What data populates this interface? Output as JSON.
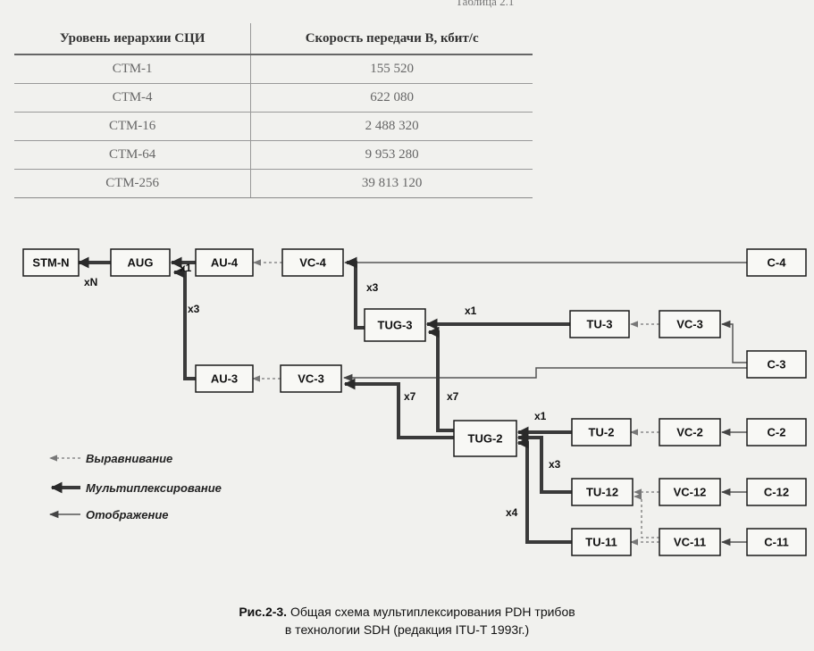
{
  "top_caption": "Таблица 2.1",
  "table": {
    "headers": [
      "Уровень иерархии СЦИ",
      "Скорость передачи В, кбит/с"
    ],
    "rows": [
      [
        "СТМ-1",
        "155 520"
      ],
      [
        "СТМ-4",
        "622 080"
      ],
      [
        "СТМ-16",
        "2 488 320"
      ],
      [
        "СТМ-64",
        "9 953 280"
      ],
      [
        "СТМ-256",
        "39 813 120"
      ]
    ]
  },
  "diagram": {
    "boxes": {
      "stmn": "STM-N",
      "aug": "AUG",
      "au4": "AU-4",
      "vc4": "VC-4",
      "c4": "C-4",
      "tug3": "TUG-3",
      "tu3": "TU-3",
      "vc3a": "VC-3",
      "c3": "C-3",
      "au3": "AU-3",
      "vc3b": "VC-3",
      "tug2": "TUG-2",
      "tu2": "TU-2",
      "vc2": "VC-2",
      "c2": "C-2",
      "tu12": "TU-12",
      "vc12": "VC-12",
      "c12": "C-12",
      "tu11": "TU-11",
      "vc11": "VC-11",
      "c11": "C-11"
    },
    "multipliers": {
      "xn": "xN",
      "x1_aug": "x1",
      "x3_aug": "x3",
      "x3_vc4": "x3",
      "x1_tug3": "x1",
      "x7_vc3": "x7",
      "x7_tug3": "x7",
      "x1_tug2": "x1",
      "x3_tug2": "x3",
      "x4_tug2": "x4"
    },
    "legend": {
      "alignment": "Выравнивание",
      "multiplexing": "Мультиплексирование",
      "mapping": "Отображение"
    }
  },
  "caption": {
    "label": "Рис.2-3.",
    "line1": "Общая схема мультиплексирования PDH трибов",
    "line2": "в технологии SDH (редакция ITU-T 1993г.)"
  }
}
